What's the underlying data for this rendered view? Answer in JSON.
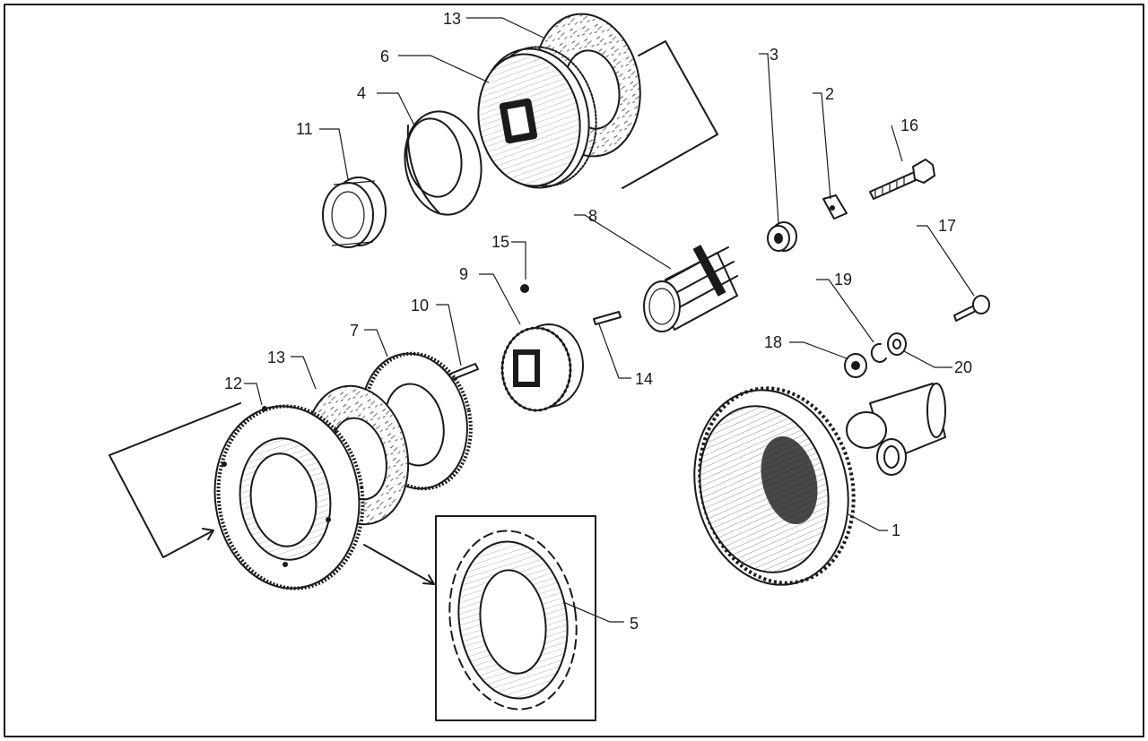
{
  "parts": [
    {
      "id": "p1",
      "label": "1"
    },
    {
      "id": "p2",
      "label": "2"
    },
    {
      "id": "p3",
      "label": "3"
    },
    {
      "id": "p4",
      "label": "4"
    },
    {
      "id": "p5",
      "label": "5"
    },
    {
      "id": "p6",
      "label": "6"
    },
    {
      "id": "p7",
      "label": "7"
    },
    {
      "id": "p8",
      "label": "8"
    },
    {
      "id": "p9",
      "label": "9"
    },
    {
      "id": "p10",
      "label": "10"
    },
    {
      "id": "p11",
      "label": "11"
    },
    {
      "id": "p12",
      "label": "12"
    },
    {
      "id": "p13a",
      "label": "13"
    },
    {
      "id": "p13b",
      "label": "13"
    },
    {
      "id": "p14",
      "label": "14"
    },
    {
      "id": "p15",
      "label": "15"
    },
    {
      "id": "p16",
      "label": "16"
    },
    {
      "id": "p17",
      "label": "17"
    },
    {
      "id": "p18",
      "label": "18"
    },
    {
      "id": "p19",
      "label": "19"
    },
    {
      "id": "p20",
      "label": "20"
    }
  ]
}
